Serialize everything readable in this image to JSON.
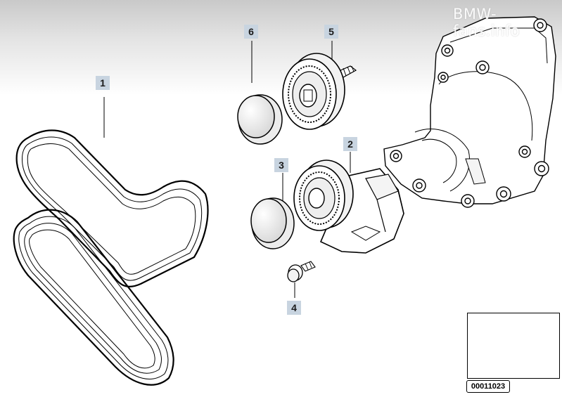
{
  "watermark": "BMW-fans.info",
  "callouts": {
    "belt": "1",
    "tensioner": "2",
    "tensioner_cap": "3",
    "bolt": "4",
    "idler_pulley": "5",
    "idler_cap": "6"
  },
  "part_number": "00011023",
  "colors": {
    "line": "#000000",
    "callout_bg": "#c8d4e0",
    "locator_dot": "#000000"
  }
}
